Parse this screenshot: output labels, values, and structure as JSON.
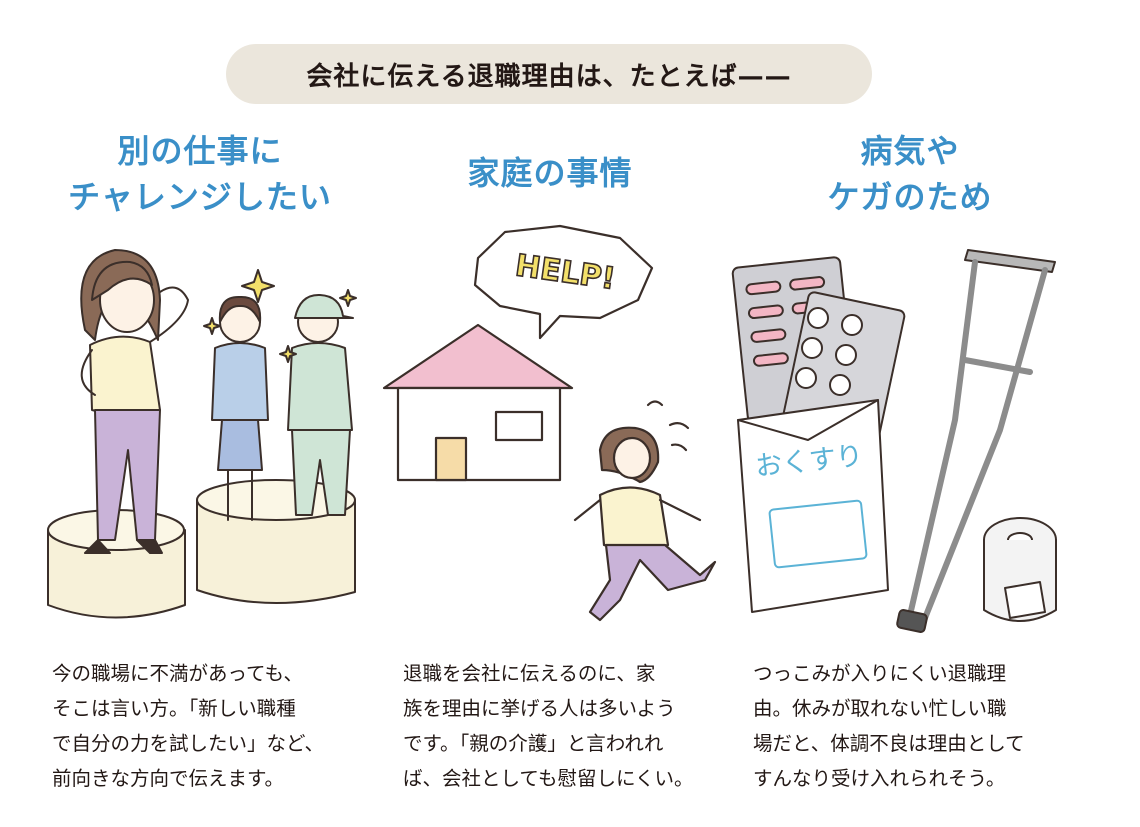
{
  "banner": {
    "title": "会社に伝える退職理由は、たとえば——"
  },
  "columns": [
    {
      "heading_line1": "別の仕事に",
      "heading_line2": "チャレンジしたい",
      "body": "今の職場に不満があっても、\nそこは言い方。「新しい職種\nで自分の力を試したい」など、\n前向きな方向で伝えます。"
    },
    {
      "heading_line1": "家庭の事情",
      "body": "退職を会社に伝えるのに、家\n族を理由に挙げる人は多いよう\nです。「親の介護」と言われれ\nば、会社としても慰留しにくい。"
    },
    {
      "heading_line1": "病気や",
      "heading_line2": "ケガのため",
      "body": "つっこみが入りにくい退職理\n由。休みが取れない忙しい職\n場だと、体調不良は理由として\nすんなり受け入れられそう。"
    }
  ],
  "illustrations": {
    "speech_bubble": "HELP!",
    "medicine_bag": "おくすり"
  },
  "colors": {
    "heading_blue": "#3a8fc8",
    "banner_bg": "#ebe6dc",
    "text": "#231815"
  }
}
